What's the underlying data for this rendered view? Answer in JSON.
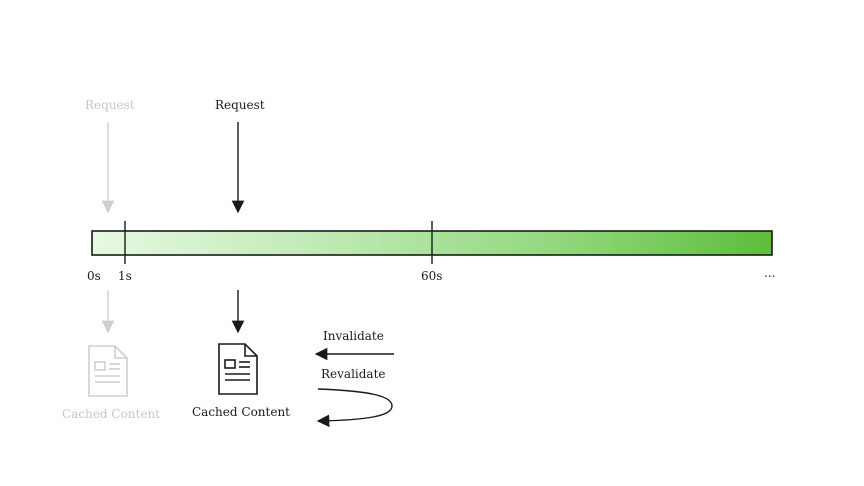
{
  "timeline": {
    "ticks": {
      "start": "0s",
      "first": "1s",
      "mid": "60s",
      "end": "..."
    },
    "gradient": {
      "from": "#e6f9e2",
      "to": "#5dbd3c"
    }
  },
  "first_request": {
    "request_label": "Request",
    "result_label": "Cached Content",
    "color": "#cfcfcf"
  },
  "second_request": {
    "request_label": "Request",
    "result_label": "Cached Content",
    "color": "#1a1a1a"
  },
  "revalidation": {
    "invalidate_label": "Invalidate",
    "revalidate_label": "Revalidate"
  },
  "icons": {
    "document": "document-icon",
    "arrow": "arrow-icon"
  }
}
